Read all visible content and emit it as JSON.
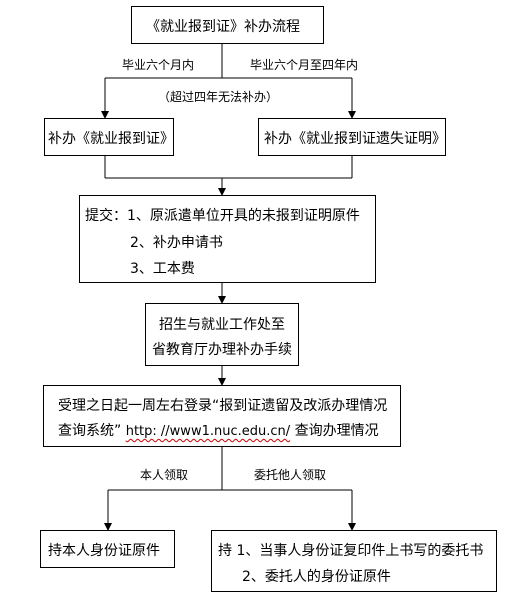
{
  "flowchart": {
    "title_box": {
      "text": "《就业报到证》补办流程"
    },
    "branch_labels": {
      "left": "毕业六个月内",
      "right": "毕业六个月至四年内",
      "note": "（超过四年无法补办）"
    },
    "left_box": {
      "text": "补办《就业报到证》"
    },
    "right_box": {
      "text": "补办《就业报到证遗失证明》"
    },
    "submit_box": {
      "line1": "提交：1、原派遣单位开具的未报到证明原件",
      "line2": "2、补办申请书",
      "line3": "3、工本费"
    },
    "office_box": {
      "line1": "招生与就业工作处至",
      "line2": "省教育厅办理补办手续"
    },
    "query_box": {
      "line1": "受理之日起一周左右登录“报到证遗留及改派办理情况",
      "line2_part1": "查询系统”",
      "line2_part2": "http: //www1.nuc.edu.cn/",
      "line2_part3": "查询办理情况"
    },
    "pickup_labels": {
      "left": "本人领取",
      "right": "委托他人领取"
    },
    "self_box": {
      "text": "持本人身份证原件"
    },
    "proxy_box": {
      "line1": "持 1、当事人身份证复印件上书写的委托书",
      "line2": "2、委托人的身份证原件"
    }
  }
}
